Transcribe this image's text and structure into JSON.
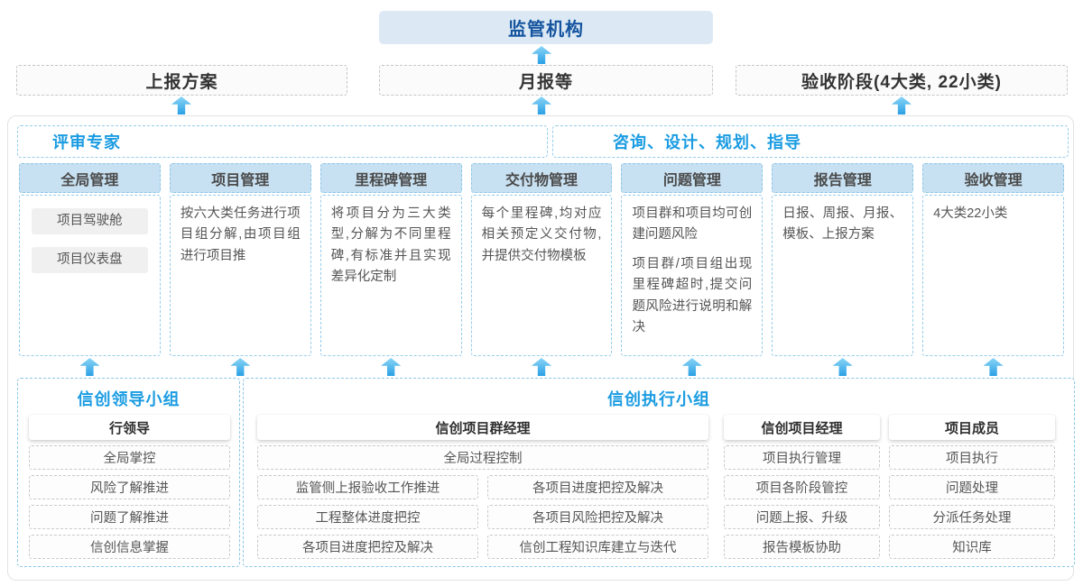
{
  "top": {
    "regulator_label": "监管机构",
    "outputs": [
      {
        "label": "上报方案"
      },
      {
        "label": "月报等"
      },
      {
        "label": "验收阶段(4大类, 22小类)"
      }
    ]
  },
  "platform": {
    "expert_header": "评审专家",
    "advisory_header": "咨询、设计、规划、指导",
    "columns": [
      {
        "title": "全局管理",
        "chips": [
          "项目驾驶舱",
          "项目仪表盘"
        ]
      },
      {
        "title": "项目管理",
        "paragraphs": [
          "按六大类任务进行项目组分解,由项目组进行项目推"
        ]
      },
      {
        "title": "里程碑管理",
        "paragraphs": [
          "将项目分为三大类型,分解为不同里程碑,有标准并且实现差异化定制"
        ]
      },
      {
        "title": "交付物管理",
        "paragraphs": [
          "每个里程碑,均对应相关预定义交付物,并提供交付物模板"
        ]
      },
      {
        "title": "问题管理",
        "paragraphs": [
          "项目群和项目均可创建问题风险",
          "项目群/项目组出现里程碑超时,提交问题风险进行说明和解决"
        ]
      },
      {
        "title": "报告管理",
        "paragraphs": [
          "日报、周报、月报、模板、上报方案"
        ]
      },
      {
        "title": "验收管理",
        "paragraphs": [
          "4大类22小类"
        ]
      }
    ]
  },
  "bottom": {
    "leader_group": {
      "title": "信创领导小组",
      "role": "行领导",
      "items": [
        "全局掌控",
        "风险了解推进",
        "问题了解推进",
        "信创信息掌握"
      ]
    },
    "exec_group": {
      "title": "信创执行小组",
      "program_manager": {
        "role": "信创项目群经理",
        "full_width_item": "全局过程控制",
        "left_items": [
          "监管侧上报验收工作推进",
          "工程整体进度把控",
          "各项目进度把控及解决"
        ],
        "right_items": [
          "各项目进度把控及解决",
          "各项目风险把控及解决",
          "信创工程知识库建立与迭代"
        ]
      },
      "project_manager": {
        "role": "信创项目经理",
        "items": [
          "项目执行管理",
          "项目各阶段管控",
          "问题上报、升级",
          "报告模板协助"
        ]
      },
      "project_member": {
        "role": "项目成员",
        "items": [
          "项目执行",
          "问题处理",
          "分派任务处理",
          "知识库"
        ]
      }
    }
  },
  "colors": {
    "accent_blue": "#1b9ce2",
    "regulator_text": "#15559f",
    "regulator_bg": "#dce9f5",
    "column_header_bg": "#c8e1f2",
    "dashed_blue_border": "#95ccec",
    "arrow_blue": "#2aa0e5"
  }
}
